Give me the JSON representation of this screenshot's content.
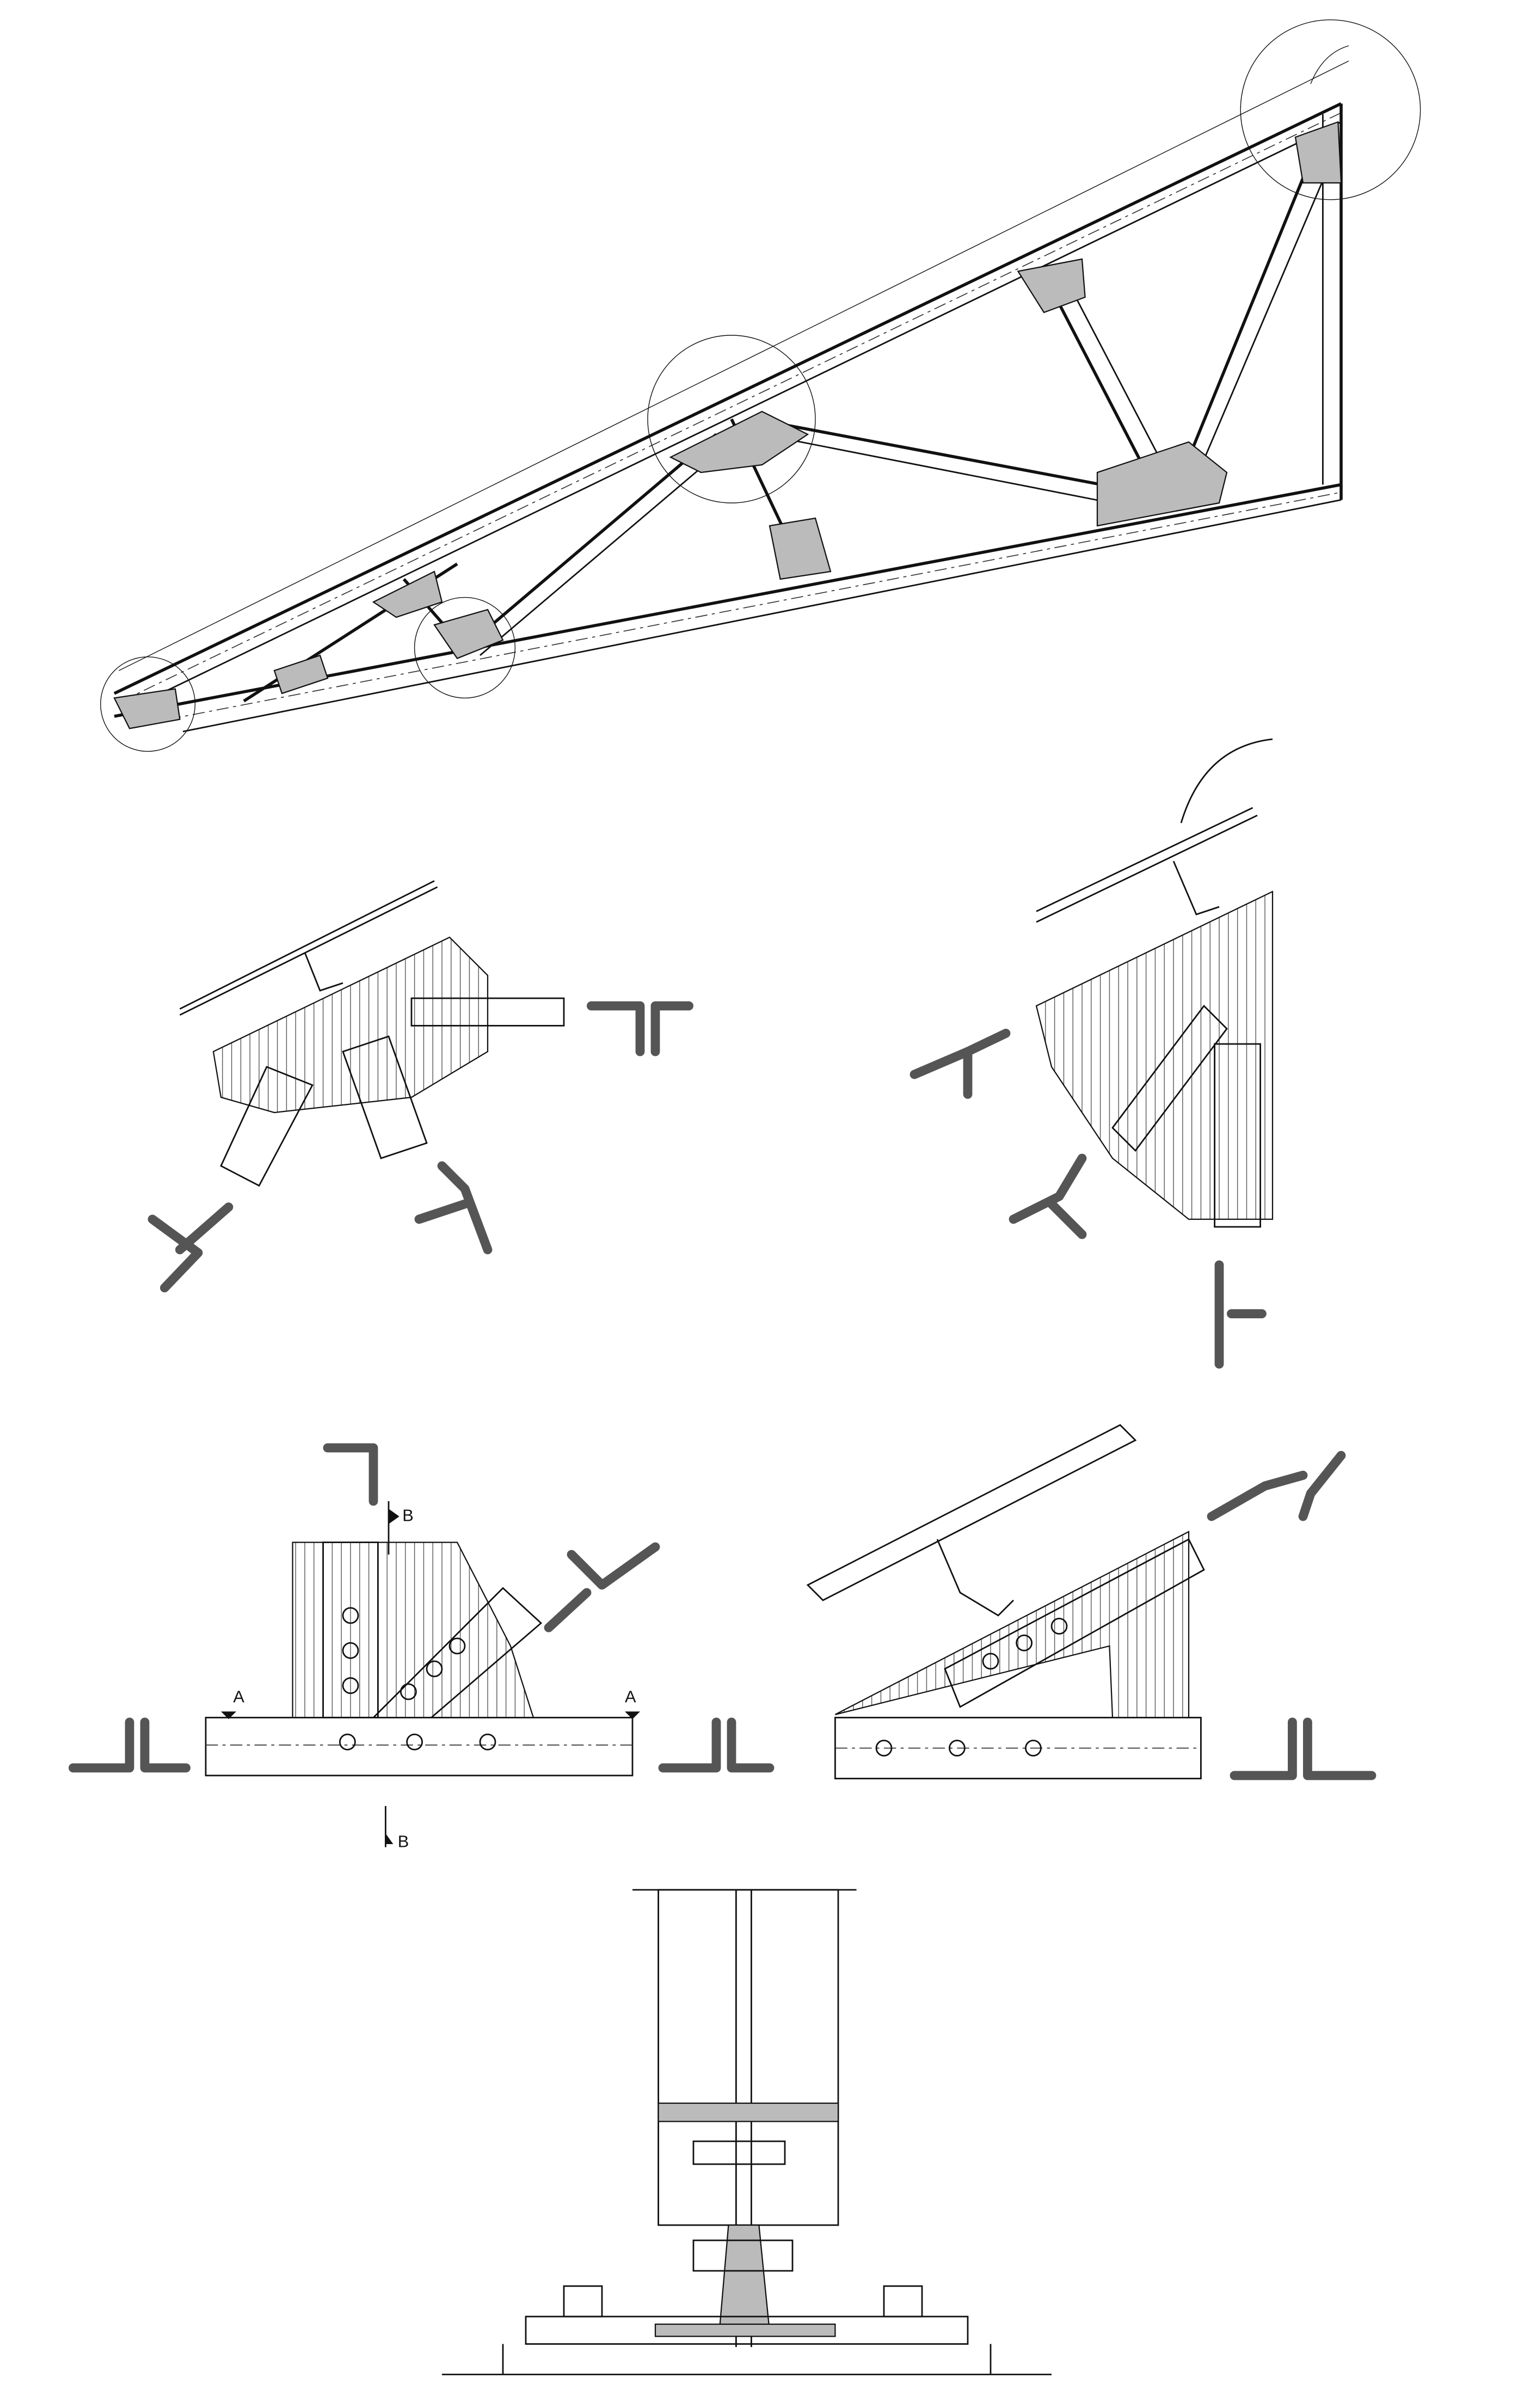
{
  "drawing": {
    "section_labels": {
      "a_left": "A",
      "a_right": "A",
      "b_top": "B",
      "b_bottom": "B"
    },
    "colors": {
      "line": "#111111",
      "gusset_fill": "#bbbbbb",
      "angle_profile": "#555555"
    }
  }
}
